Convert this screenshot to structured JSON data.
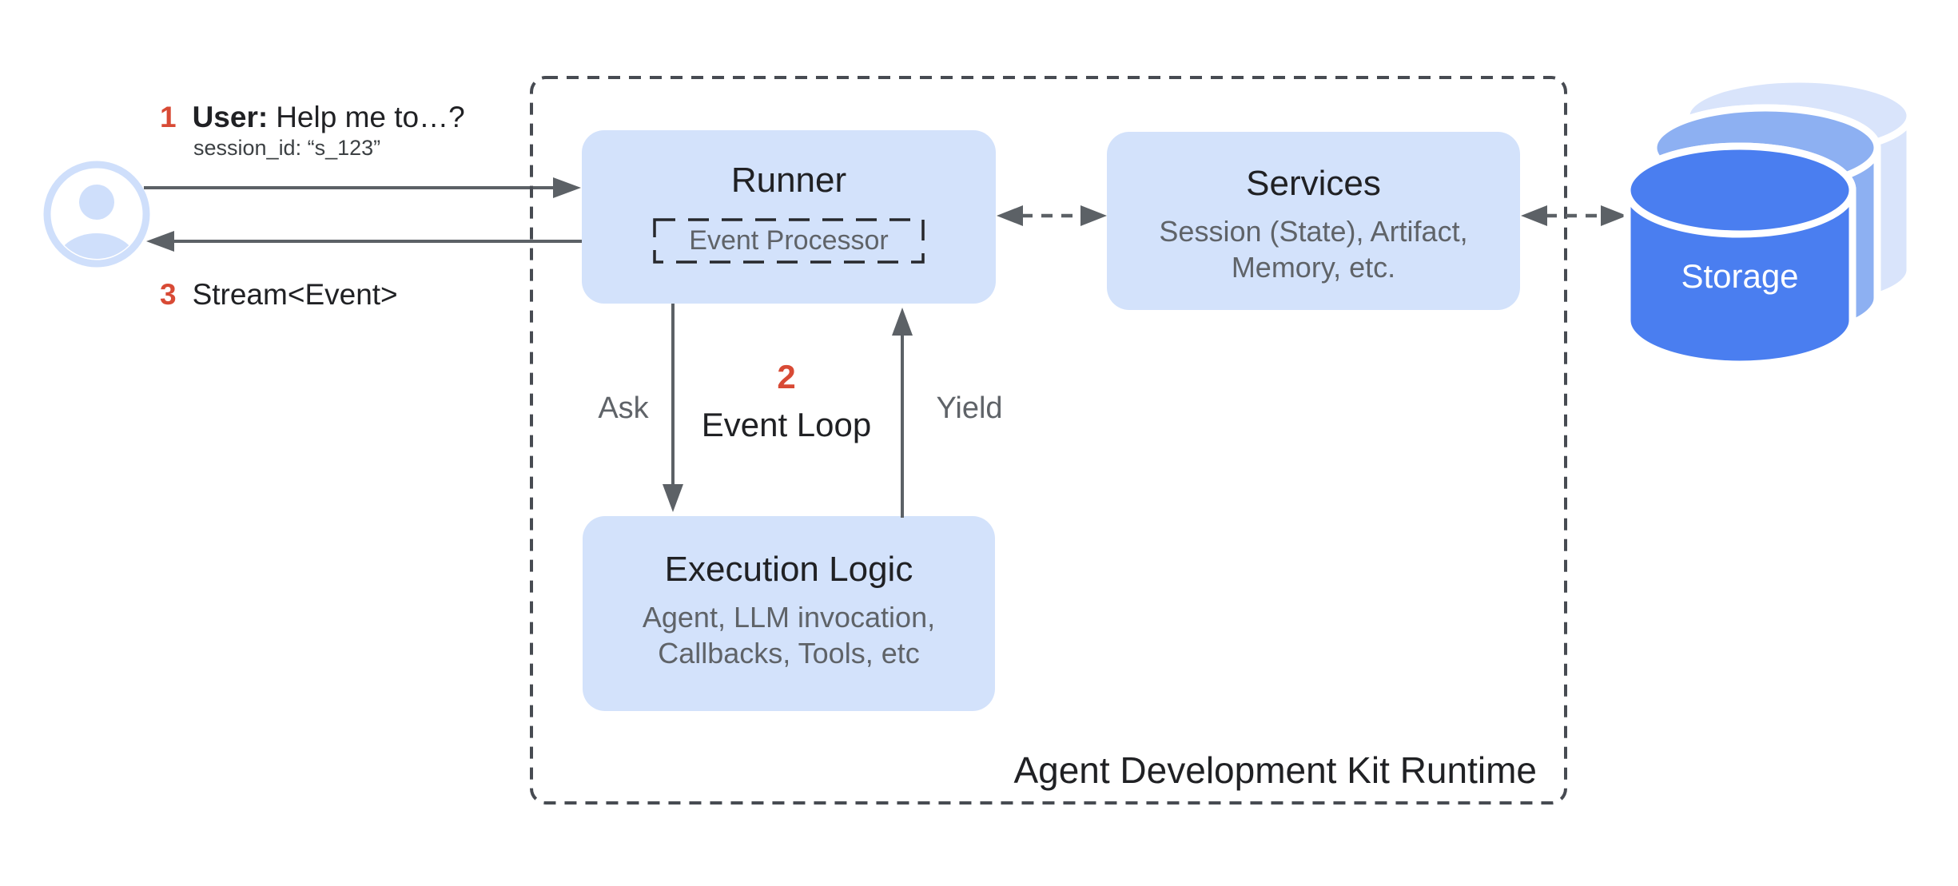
{
  "palette": {
    "box_blue": "#d3e2fb",
    "icon_blue": "#cfdffb",
    "cylinder_front": "#4a7ef0",
    "cylinder_middle": "#8db0f2",
    "cylinder_back": "#d9e4fb",
    "line_gray": "#5c6166",
    "dash_border_gray": "#474b52",
    "text_dark": "#202124",
    "text_gray": "#5f6368",
    "accent_red": "#d84a35"
  },
  "user_flow": {
    "step1_number": "1",
    "step1_actor": "User:",
    "step1_message": "Help me to…?",
    "session_id": "session_id: “s_123”",
    "step3_number": "3",
    "step3_label": "Stream<Event>"
  },
  "runtime": {
    "label": "Agent Development Kit Runtime",
    "runner": {
      "title": "Runner",
      "event_processor": "Event Processor"
    },
    "services": {
      "title": "Services",
      "subtitle_line1": "Session (State), Artifact,",
      "subtitle_line2": "Memory, etc."
    },
    "execution": {
      "title": "Execution Logic",
      "subtitle_line1": "Agent, LLM invocation,",
      "subtitle_line2": "Callbacks, Tools, etc"
    },
    "event_loop": {
      "number": "2",
      "label": "Event Loop",
      "ask_label": "Ask",
      "yield_label": "Yield"
    }
  },
  "storage": {
    "label": "Storage"
  }
}
